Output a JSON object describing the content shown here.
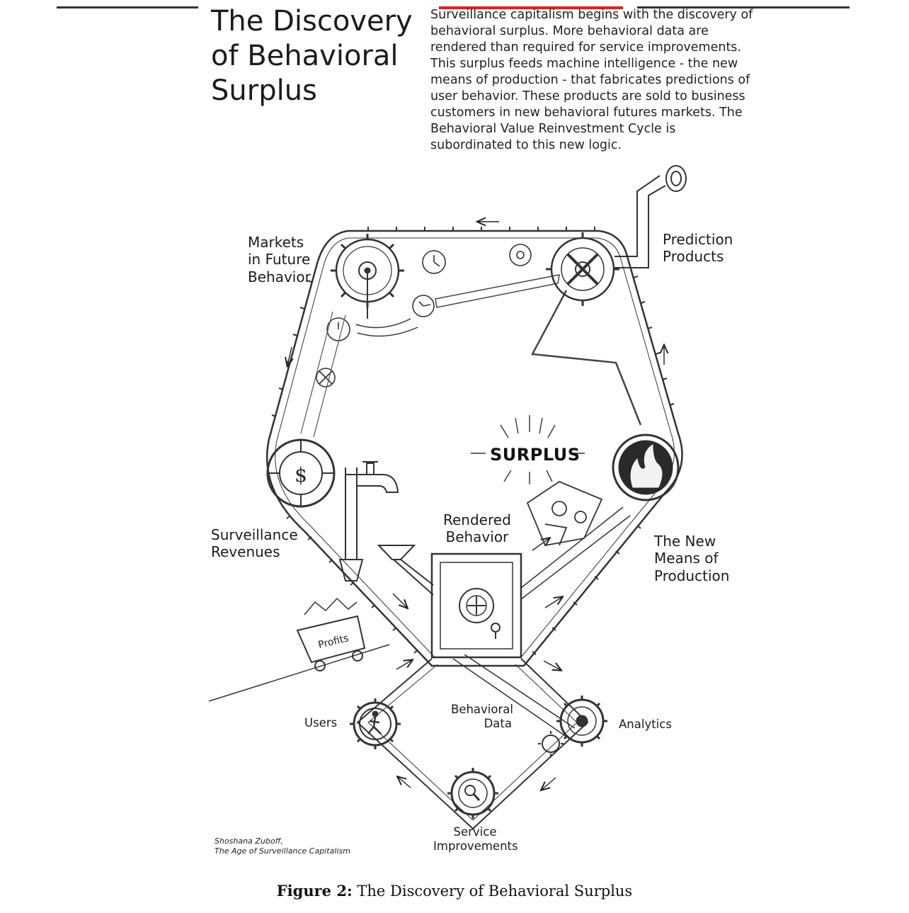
{
  "title_lines": [
    "The Discovery",
    "of Behavioral",
    "Surplus"
  ],
  "description_lines": [
    "Surveillance capitalism begins with the discovery of",
    "behavioral surplus. More behavioral data are",
    "rendered than required for service improvements.",
    "This surplus feeds machine intelligence - the new",
    "means of production - that fabricates predictions of",
    "user behavior. These products are sold to business",
    "customers in new behavioral futures markets. The",
    "Behavioral Value Reinvestment Cycle is",
    "subordinated to this new logic."
  ],
  "labels": {
    "markets": [
      "Markets",
      "in Future",
      "Behavior"
    ],
    "prediction": [
      "Prediction",
      "Products"
    ],
    "surplus": "SURPLUS",
    "rendered": [
      "Rendered",
      "Behavior"
    ],
    "revenues": [
      "Surveillance",
      "Revenues"
    ],
    "new_means": [
      "The New",
      "Means of",
      "Production"
    ],
    "profits": "Profits",
    "users": "Users",
    "behavioral_data": [
      "Behavioral",
      "Data"
    ],
    "analytics": "Analytics",
    "service": [
      "Service",
      "Improvements"
    ],
    "dollar": "$"
  },
  "credit_lines": [
    "Shoshana Zuboff,",
    "The Age of Surveillance Capitalism"
  ],
  "caption": {
    "prefix": "Figure 2:",
    "text": " The Discovery of Behavioral Surplus"
  },
  "colors": {
    "ink": "#222222",
    "accent_red": "#e0201c",
    "fire": "#333333",
    "background": "#ffffff"
  }
}
